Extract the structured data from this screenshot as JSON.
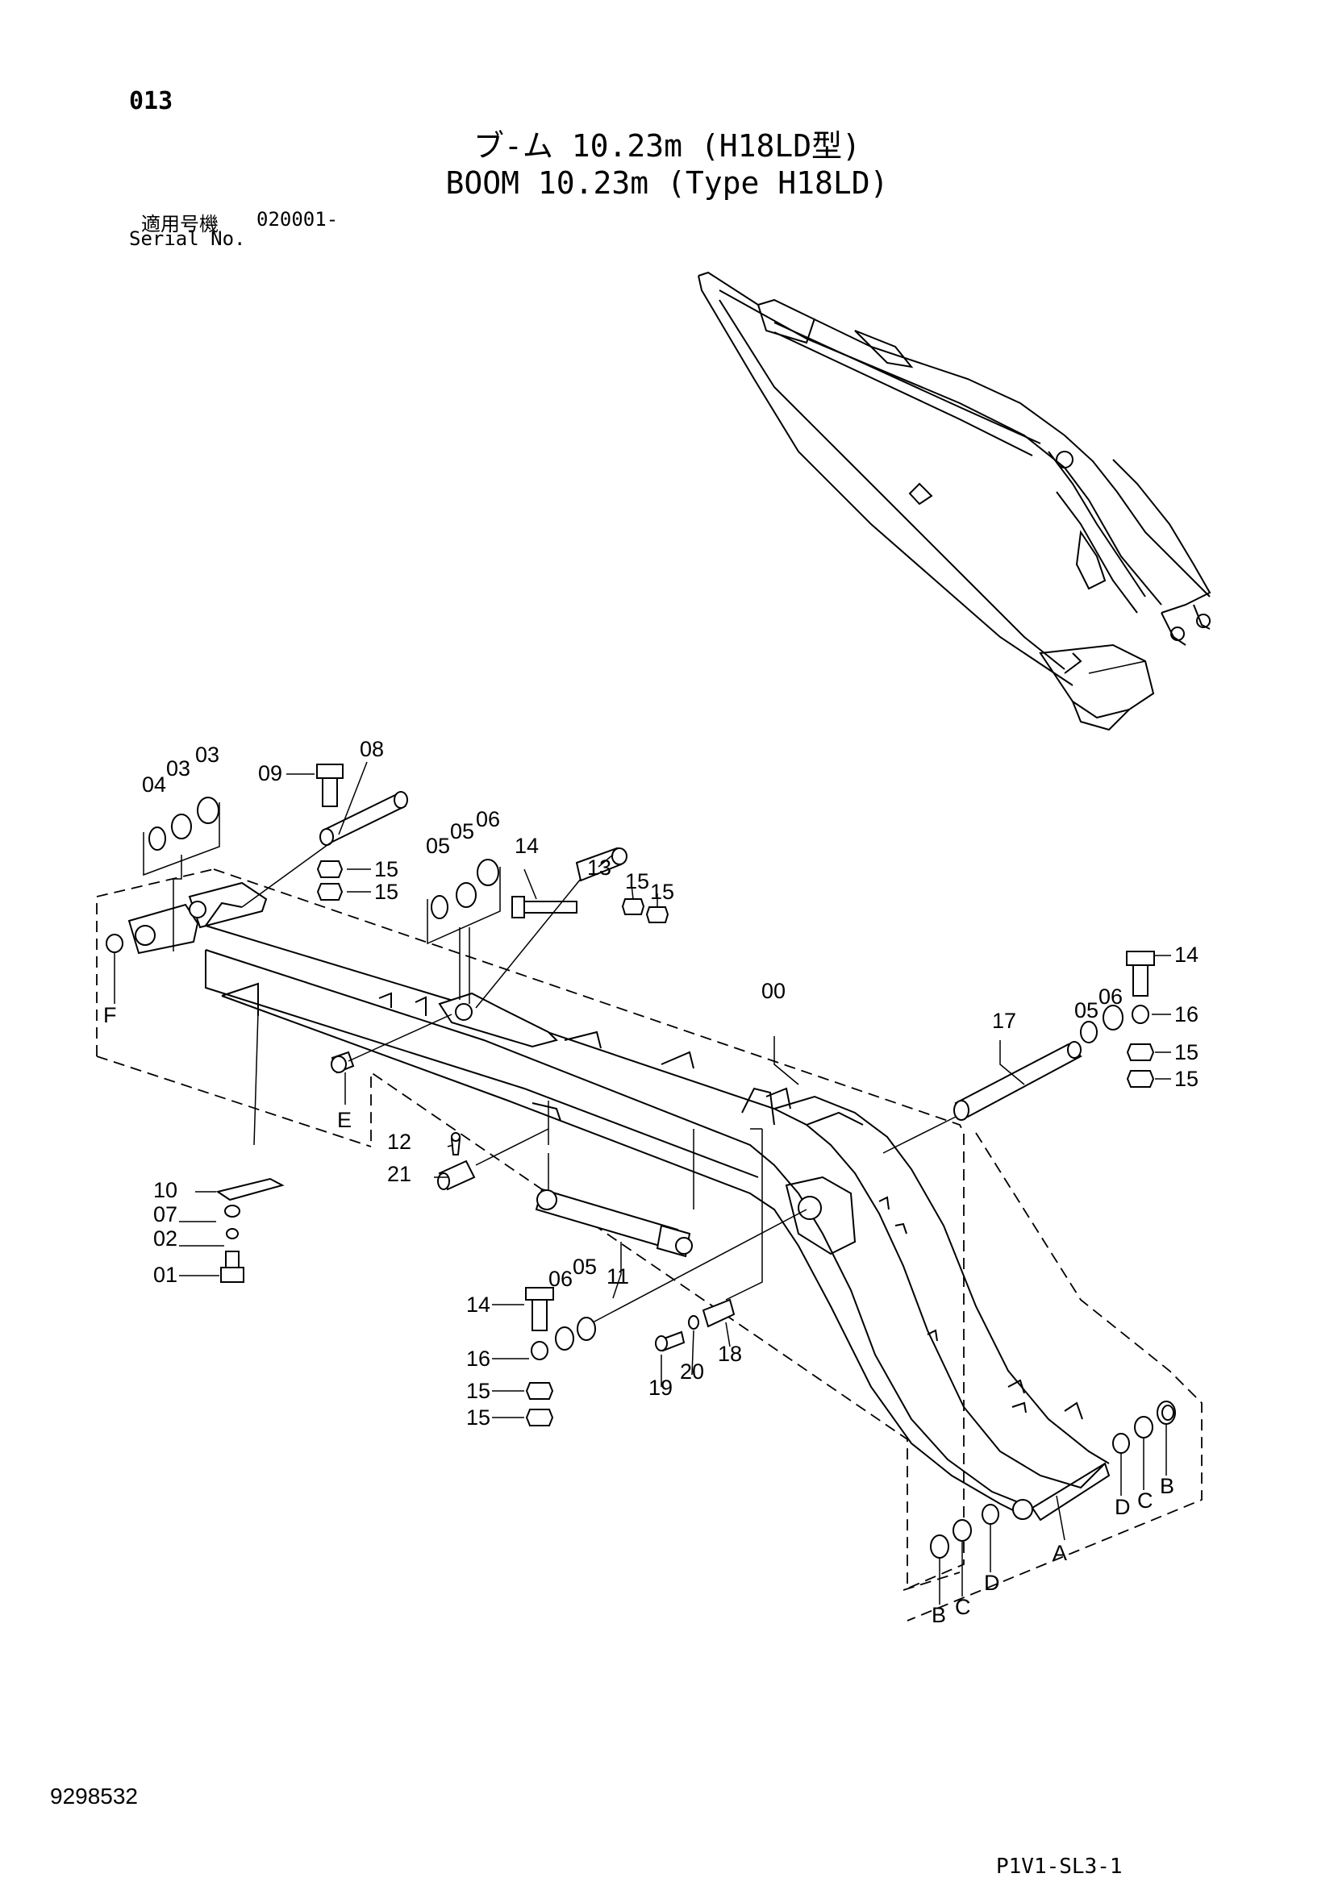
{
  "header": {
    "page_number": "013",
    "title_jp": "ブ-ム 10.23m (H18LD型)",
    "title_en": "BOOM 10.23m (Type H18LD)",
    "serial_label_jp": "適用号機",
    "serial_value": "020001-",
    "serial_label_en": "Serial No."
  },
  "footer": {
    "document_number": "9298532",
    "sheet_code": "P1V1-SL3-1"
  },
  "callouts": {
    "c00": "00",
    "c01": "01",
    "c02": "02",
    "c03a": "03",
    "c03b": "03",
    "c04": "04",
    "c05a": "05",
    "c05b": "05",
    "c05c": "05",
    "c05d": "05",
    "c06a": "06",
    "c06b": "06",
    "c06c": "06",
    "c07": "07",
    "c08": "08",
    "c09": "09",
    "c10": "10",
    "c11": "11",
    "c12": "12",
    "c13": "13",
    "c14a": "14",
    "c14b": "14",
    "c14c": "14",
    "c15a": "15",
    "c15b": "15",
    "c15c": "15",
    "c15d": "15",
    "c15e": "15",
    "c15f": "15",
    "c15g": "15",
    "c15h": "15",
    "c16a": "16",
    "c16b": "16",
    "c17": "17",
    "c18": "18",
    "c19": "19",
    "c20": "20",
    "c21": "21",
    "A": "A",
    "Ba": "B",
    "Bb": "B",
    "Ca": "C",
    "Cb": "C",
    "Da": "D",
    "Db": "D",
    "E": "E",
    "F": "F"
  }
}
